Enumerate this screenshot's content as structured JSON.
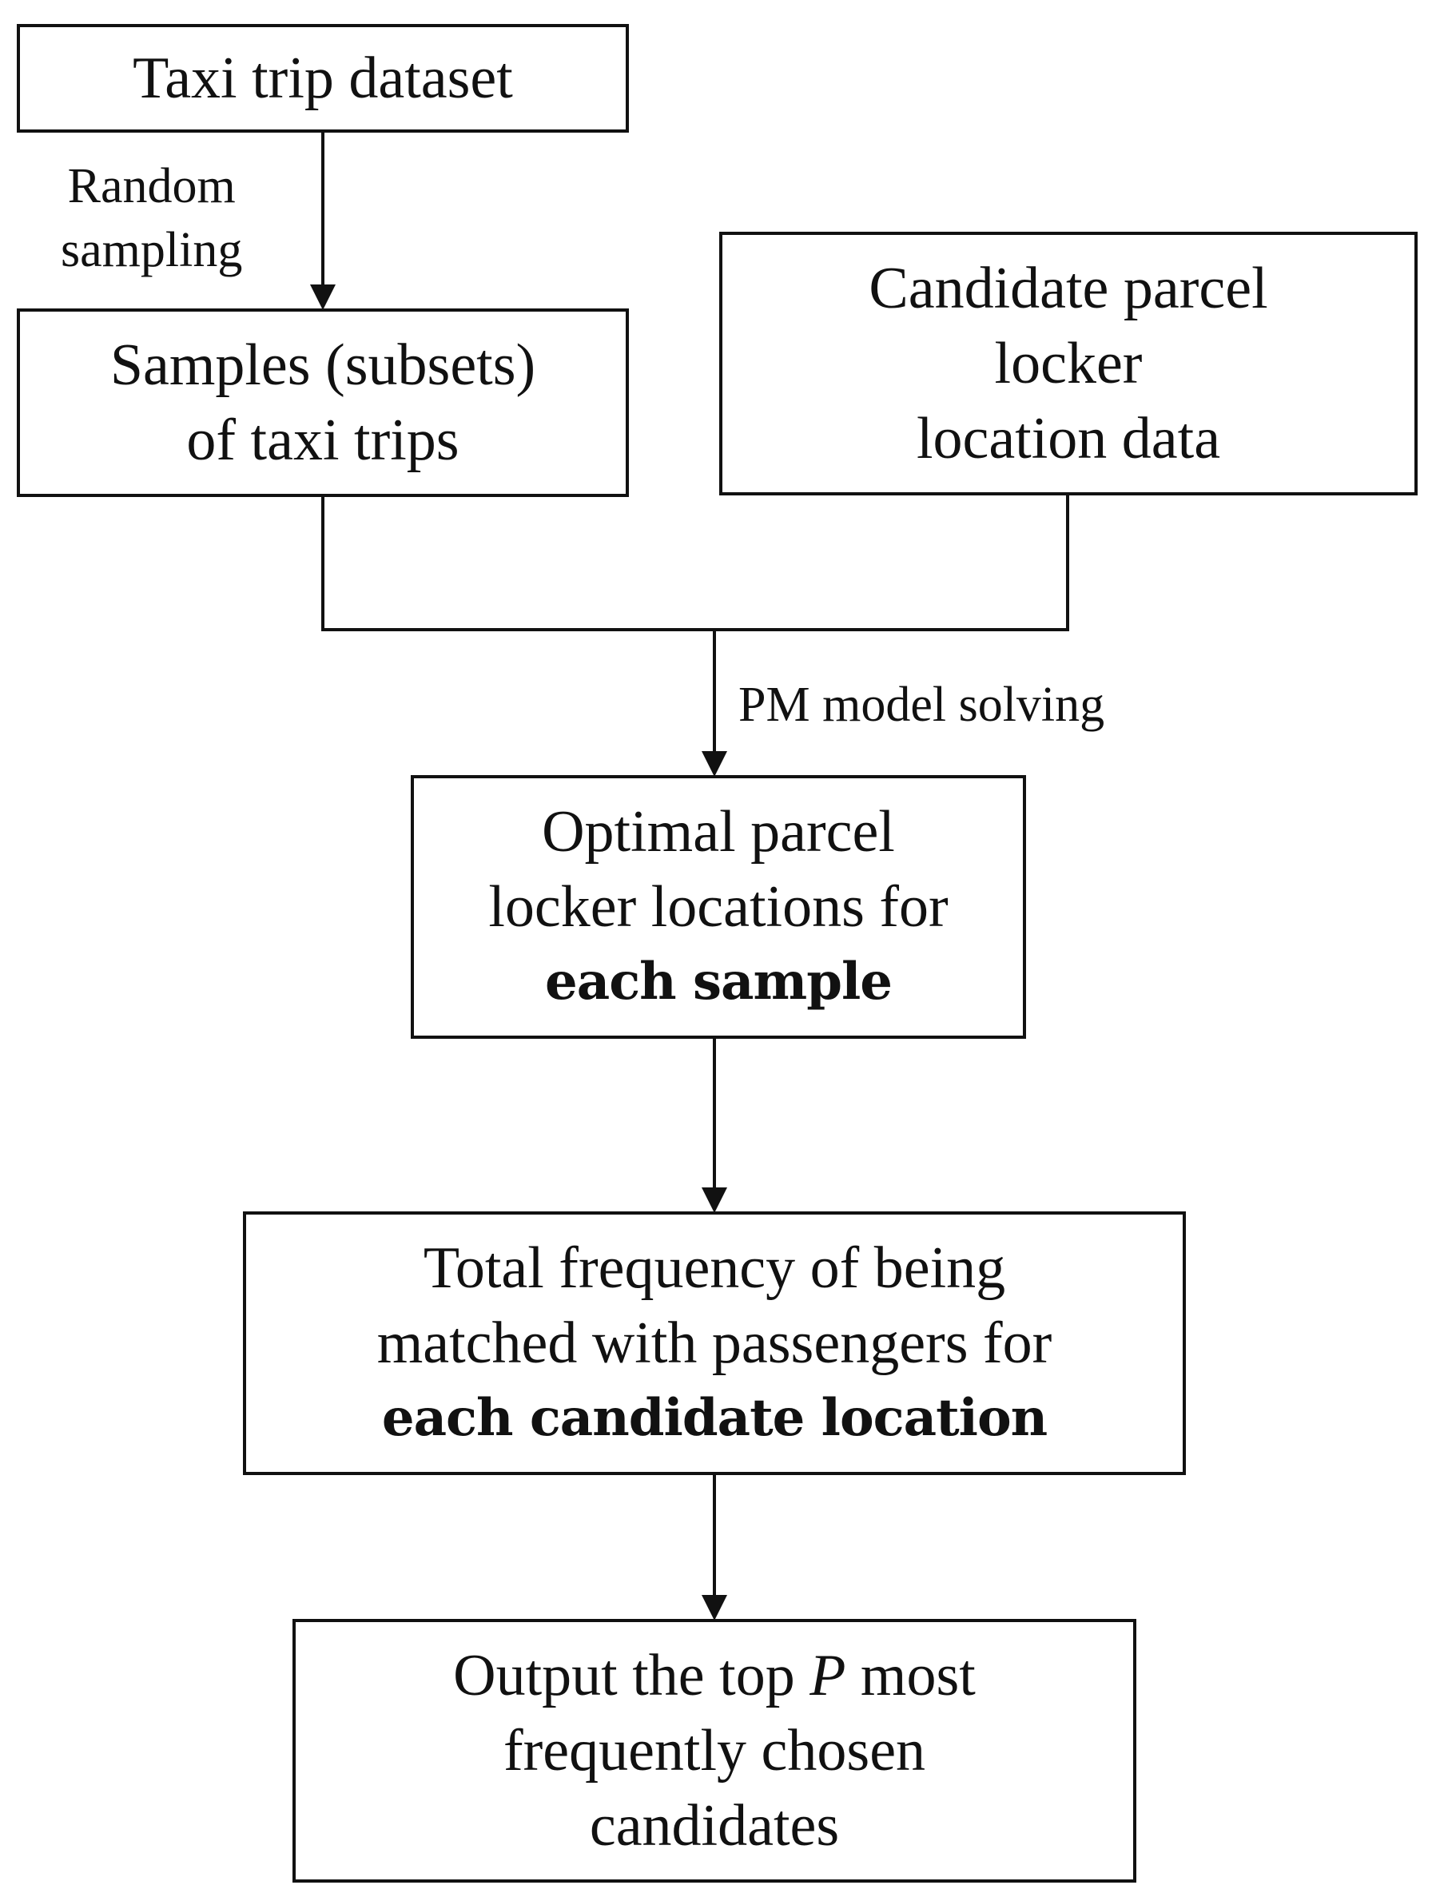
{
  "nodes": {
    "taxi_dataset": {
      "lines": [
        "Taxi trip dataset"
      ]
    },
    "samples": {
      "lines": [
        "Samples (subsets)",
        "of taxi trips"
      ]
    },
    "candidate_data": {
      "lines": [
        "Candidate parcel",
        "locker",
        "location data"
      ]
    },
    "optimal_locations": {
      "lines": [
        "Optimal parcel",
        "locker locations for"
      ],
      "bold_line": "each sample"
    },
    "total_frequency": {
      "lines": [
        "Total frequency of being",
        "matched with passengers for"
      ],
      "bold_line": "each candidate location"
    },
    "output": {
      "line1_pre": "Output the top ",
      "line1_var": "P",
      "line1_post": " most",
      "lines": [
        "frequently chosen",
        "candidates"
      ]
    }
  },
  "edges": {
    "random_sampling": {
      "lines": [
        "Random",
        "sampling"
      ]
    },
    "pm_model": {
      "label": "PM model solving"
    }
  }
}
